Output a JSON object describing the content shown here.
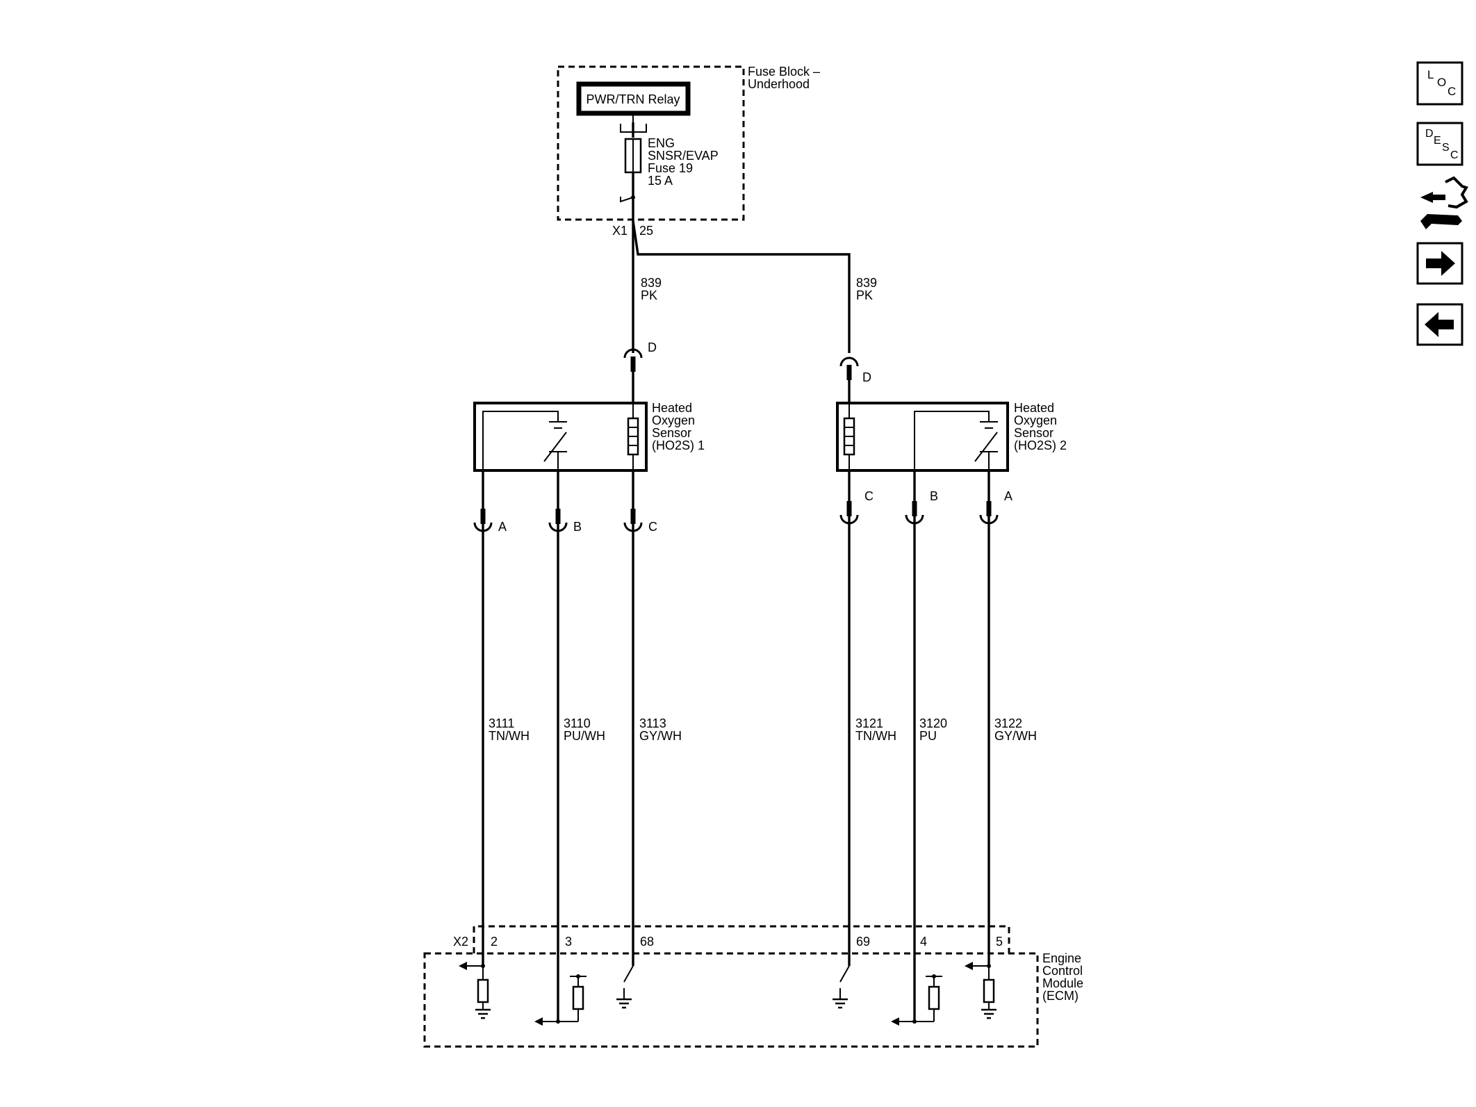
{
  "fuse_block": {
    "title_line1": "Fuse Block –",
    "title_line2": "Underhood",
    "relay_label": "PWR/TRN Relay",
    "fuse_line1": "ENG",
    "fuse_line2": "SNSR/EVAP",
    "fuse_line3": "Fuse 19",
    "fuse_line4": "15 A",
    "connector": "X1",
    "pin": "25"
  },
  "feed_wires": [
    {
      "circuit": "839",
      "color": "PK"
    },
    {
      "circuit": "839",
      "color": "PK"
    }
  ],
  "sensor1": {
    "line1": "Heated",
    "line2": "Oxygen",
    "line3": "Sensor",
    "line4": "(HO2S) 1",
    "pin_top": "D",
    "pins": [
      "A",
      "B",
      "C"
    ]
  },
  "sensor2": {
    "line1": "Heated",
    "line2": "Oxygen",
    "line3": "Sensor",
    "line4": "(HO2S) 2",
    "pin_top": "D",
    "pins": [
      "C",
      "B",
      "A"
    ]
  },
  "signal_wires": [
    {
      "circuit": "3111",
      "color": "TN/WH",
      "ecm_pin": "2"
    },
    {
      "circuit": "3110",
      "color": "PU/WH",
      "ecm_pin": "3"
    },
    {
      "circuit": "3113",
      "color": "GY/WH",
      "ecm_pin": "68"
    },
    {
      "circuit": "3121",
      "color": "TN/WH",
      "ecm_pin": "69"
    },
    {
      "circuit": "3120",
      "color": "PU",
      "ecm_pin": "4"
    },
    {
      "circuit": "3122",
      "color": "GY/WH",
      "ecm_pin": "5"
    }
  ],
  "ecm": {
    "line1": "Engine",
    "line2": "Control",
    "line3": "Module",
    "line4": "(ECM)",
    "connector": "X2"
  },
  "nav": {
    "loc": {
      "a": "L",
      "b": "O",
      "c": "C"
    },
    "desc": {
      "a": "D",
      "b": "E",
      "c": "S",
      "d": "C"
    }
  }
}
